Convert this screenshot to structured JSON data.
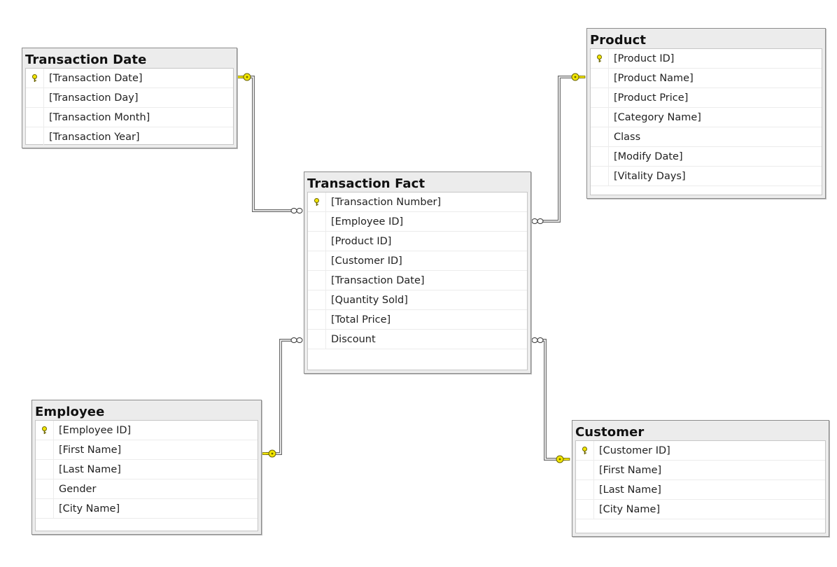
{
  "tables": {
    "transaction_date": {
      "title": "Transaction Date",
      "columns": [
        {
          "name": "[Transaction Date]",
          "key": true
        },
        {
          "name": "[Transaction Day]",
          "key": false
        },
        {
          "name": "[Transaction Month]",
          "key": false
        },
        {
          "name": "[Transaction Year]",
          "key": false
        }
      ]
    },
    "transaction_fact": {
      "title": "Transaction Fact",
      "columns": [
        {
          "name": "[Transaction Number]",
          "key": true
        },
        {
          "name": "[Employee ID]",
          "key": false
        },
        {
          "name": "[Product ID]",
          "key": false
        },
        {
          "name": "[Customer ID]",
          "key": false
        },
        {
          "name": "[Transaction Date]",
          "key": false
        },
        {
          "name": "[Quantity Sold]",
          "key": false
        },
        {
          "name": "[Total Price]",
          "key": false
        },
        {
          "name": "Discount",
          "key": false
        }
      ]
    },
    "product": {
      "title": "Product",
      "columns": [
        {
          "name": "[Product ID]",
          "key": true
        },
        {
          "name": "[Product Name]",
          "key": false
        },
        {
          "name": "[Product Price]",
          "key": false
        },
        {
          "name": "[Category Name]",
          "key": false
        },
        {
          "name": "Class",
          "key": false
        },
        {
          "name": "[Modify Date]",
          "key": false
        },
        {
          "name": "[Vitality Days]",
          "key": false
        }
      ]
    },
    "employee": {
      "title": "Employee",
      "columns": [
        {
          "name": "[Employee ID]",
          "key": true
        },
        {
          "name": "[First Name]",
          "key": false
        },
        {
          "name": "[Last Name]",
          "key": false
        },
        {
          "name": "Gender",
          "key": false
        },
        {
          "name": "[City Name]",
          "key": false
        }
      ]
    },
    "customer": {
      "title": "Customer",
      "columns": [
        {
          "name": "[Customer ID]",
          "key": true
        },
        {
          "name": "[First Name]",
          "key": false
        },
        {
          "name": "[Last Name]",
          "key": false
        },
        {
          "name": "[City Name]",
          "key": false
        }
      ]
    }
  },
  "relationships": [
    {
      "one": "transaction_date",
      "many": "transaction_fact"
    },
    {
      "one": "product",
      "many": "transaction_fact"
    },
    {
      "one": "employee",
      "many": "transaction_fact"
    },
    {
      "one": "customer",
      "many": "transaction_fact"
    }
  ],
  "colors": {
    "key_fill": "#f2e600",
    "key_stroke": "#6b6400",
    "line": "#555555"
  }
}
